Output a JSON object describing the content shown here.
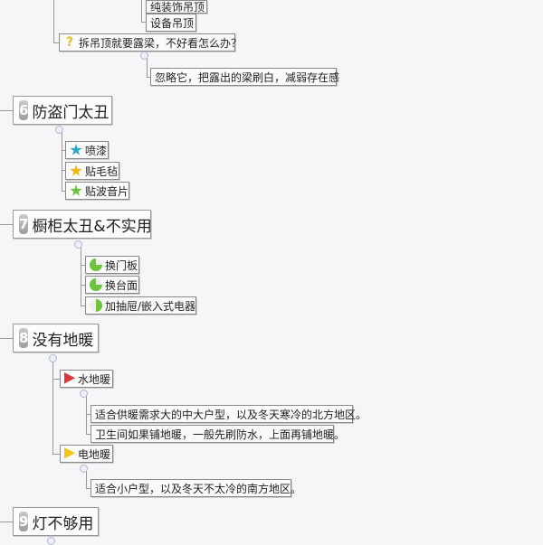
{
  "topic5": {
    "children": [
      "纯装饰吊顶",
      "设备吊顶"
    ],
    "question": "拆吊顶就要露梁，不好看怎么办？",
    "answer": "忽略它，把露出的梁刷白，减弱存在感"
  },
  "topic6": {
    "num": "6",
    "title": "防盗门太丑",
    "children": [
      "喷漆",
      "贴毛毡",
      "贴波音片"
    ]
  },
  "topic7": {
    "num": "7",
    "title": "橱柜太丑&不实用",
    "children": [
      "换门板",
      "换台面",
      "加抽屉/嵌入式电器"
    ]
  },
  "topic8": {
    "num": "8",
    "title": "没有地暖",
    "water": {
      "label": "水地暖",
      "notes": [
        "适合供暖需求大的中大户型，以及冬天寒冷的北方地区。",
        "卫生间如果铺地暖，一般先刷防水，上面再铺地暖。"
      ]
    },
    "electric": {
      "label": "电地暖",
      "notes": [
        "适合小户型，以及冬天不太冷的南方地区。"
      ]
    }
  },
  "topic9": {
    "num": "9",
    "title": "灯不够用"
  },
  "colors": {
    "star_blue": "#2aa7c9",
    "star_yellow": "#f2b705",
    "star_green": "#6cc43a",
    "pie_green": "#6cc43a",
    "flag_red": "#d9383a",
    "flag_yellow": "#f5c518"
  }
}
